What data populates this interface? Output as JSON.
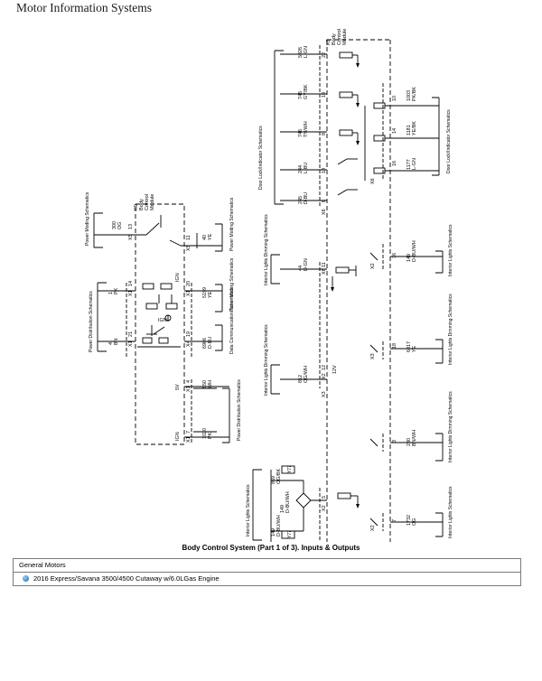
{
  "header": {
    "title": "Motor Information Systems"
  },
  "caption": "Body Control System (Part 1 of 3). Inputs & Outputs",
  "info_box": {
    "manufacturer": "General Motors",
    "vehicle": "2016 Express/Savana 3500/4500 Cutaway w/6.0LGas Engine"
  },
  "left_module": {
    "name_lines": [
      "K9",
      "Body",
      "Control",
      "Module"
    ],
    "connectors": [
      "X5",
      "X5",
      "X1",
      "X1",
      "X1",
      "X4",
      "X1",
      "X1"
    ],
    "pins": [
      "13",
      "11",
      "14",
      "21",
      "20",
      "19",
      "4",
      "7"
    ],
    "wire_ids": [
      "300",
      "40",
      "1",
      "4",
      "5199",
      "6986",
      "550",
      "1020"
    ],
    "wire_colors": [
      "OG",
      "YE",
      "PK",
      "BN",
      "YE",
      "D-BU",
      "WH",
      "PK"
    ],
    "labels": [
      "IGN",
      "IGN",
      "5V",
      "IGN"
    ],
    "refs": [
      "Power Moding Schematics",
      "Power Moding Schematics",
      "Power Distribution Schematics",
      "Power Moding Schematics",
      "Data Communication Schematics",
      "Power Distribution Schematics"
    ]
  },
  "right_module": {
    "name_lines": [
      "K9",
      "Body",
      "Control",
      "Module"
    ],
    "left_connectors": [
      "X6",
      "X6",
      "X2",
      "X3",
      "X2"
    ],
    "left_pins": [
      "22",
      "10",
      "8",
      "18",
      "6",
      "11",
      "12",
      "5"
    ],
    "left_wire_ids": [
      "5926",
      "745",
      "746",
      "244",
      "245",
      "44",
      "812",
      "149"
    ],
    "left_wire_colors": [
      "L-GN",
      "GY/BK",
      "TN/WH",
      "L-BU",
      "D-BU",
      "D-GN",
      "OG/WH",
      "D-BU/WH"
    ],
    "right_connectors": [
      "X6",
      "X2",
      "X3",
      "X2"
    ],
    "right_pins": [
      "10",
      "14",
      "16",
      "16",
      "18",
      "3",
      "7"
    ],
    "right_wire_ids": [
      "1003",
      "1181",
      "1177",
      "149",
      "6817",
      "230",
      "1732"
    ],
    "right_wire_colors": [
      "PK/BK",
      "YE/BK",
      "L-GN",
      "D-BU/WH",
      "YE",
      "BN/WH",
      "OG"
    ],
    "voltage": "12V",
    "diode_wires": [
      {
        "id": "869",
        "color": "OG/BK"
      },
      {
        "id": "149",
        "color": "D-BU/WH"
      }
    ],
    "diode_labels": [
      "Y77",
      "Y77"
    ],
    "refs": [
      "Door Lock/Indicator Schematics",
      "Door Lock/Indicator Schematics",
      "Interior Lights Dimming Schematics",
      "Interior Lights Dimming Schematics",
      "Interior Lights Schematics",
      "Interior Lights Schematics",
      "Interior Lights Dimming Schematics",
      "Interior Lights Dimming Schematics",
      "Interior Lights Schematics"
    ]
  }
}
